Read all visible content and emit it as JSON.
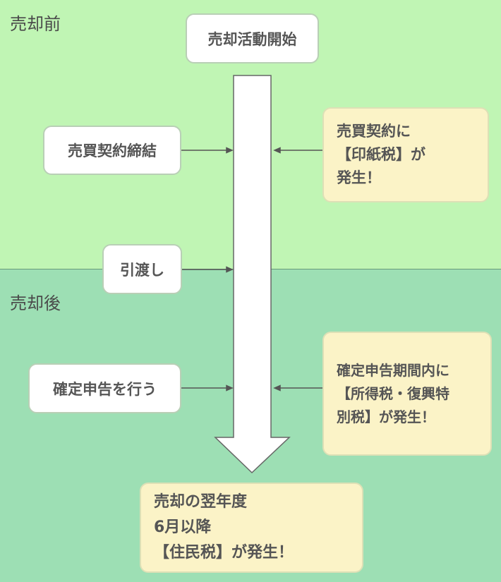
{
  "sections": {
    "before": "売却前",
    "after": "売却後"
  },
  "start": "売却活動開始",
  "events": [
    {
      "label": "売買契約締結"
    },
    {
      "label": "引渡し"
    },
    {
      "label": "確定申告を行う"
    }
  ],
  "taxes": [
    {
      "text": "売買契約に\n【印紙税】が\n発生！"
    },
    {
      "text": "確定申告期間内に\n【所得税・復興特\n別税】が発生！"
    }
  ],
  "end": "売却の翌年度\n6月以降\n【住民税】が発生！",
  "colors": {
    "before_bg": "#c0f5b4",
    "after_bg": "#9ddfb4",
    "box_white": "#ffffff",
    "box_yellow": "#fbf3c7",
    "text": "#555555"
  }
}
